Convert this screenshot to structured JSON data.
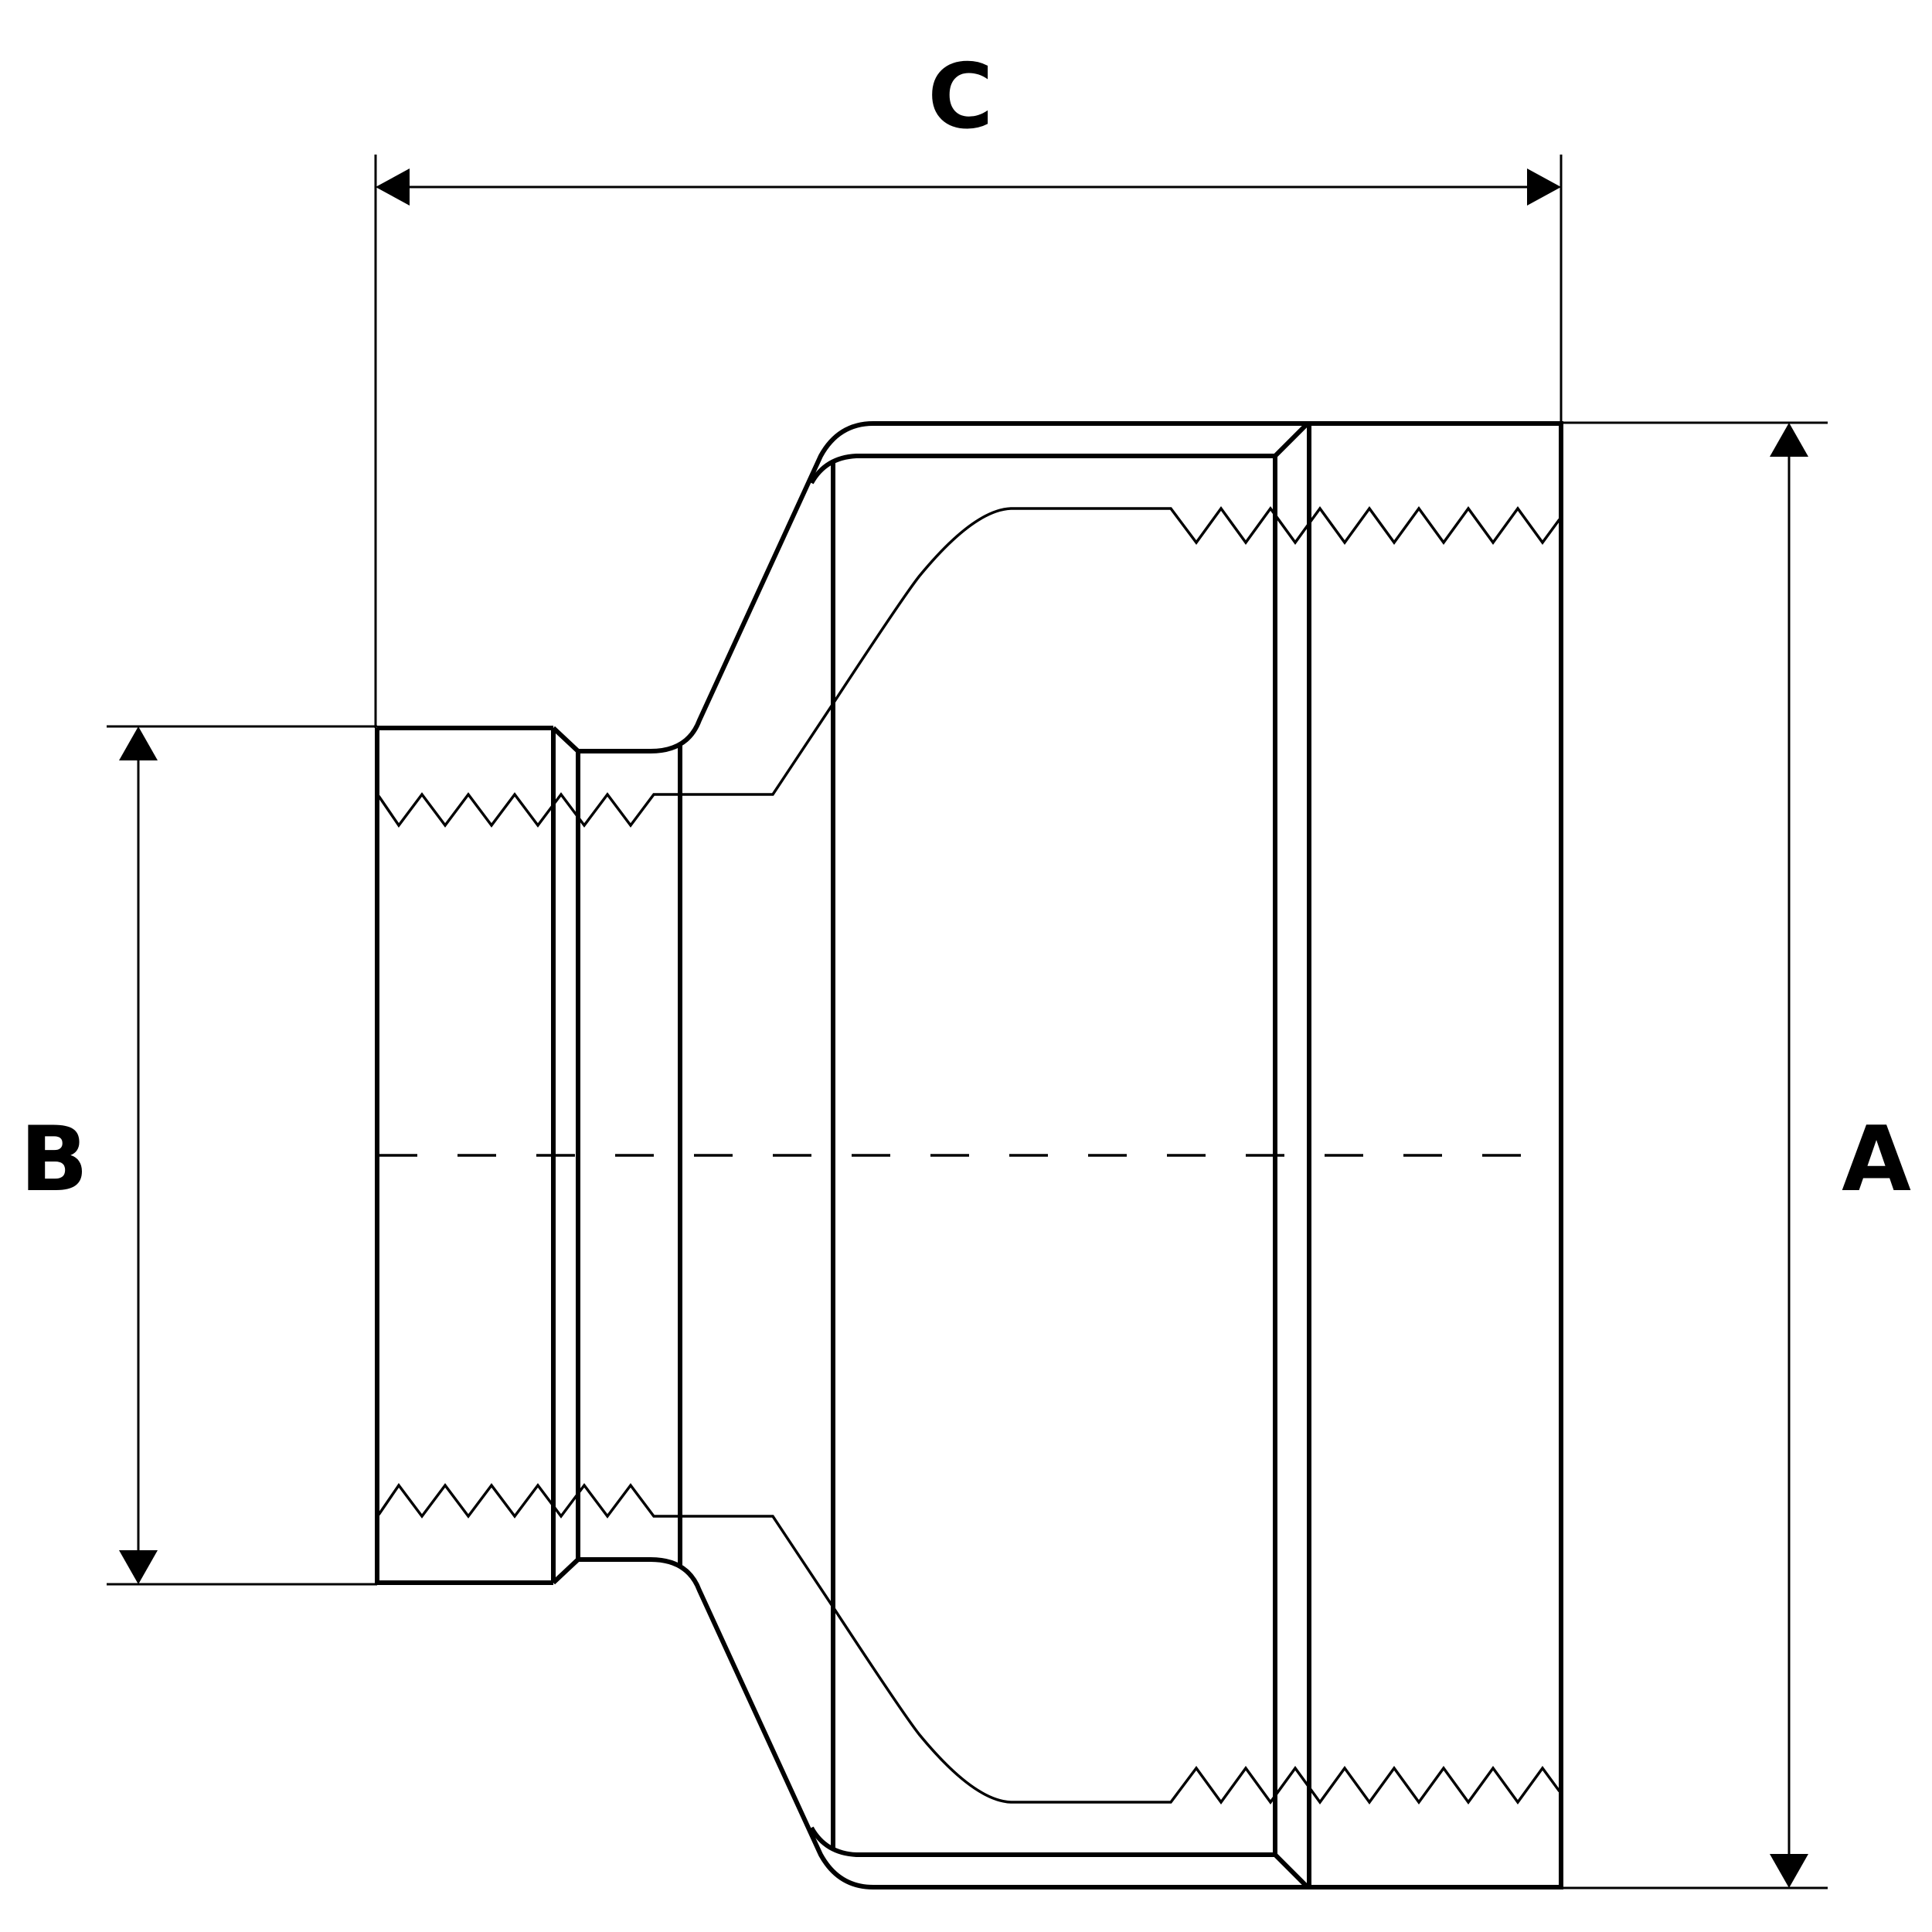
{
  "diagram": {
    "dimensions": {
      "overall_length": "C",
      "large_end_diameter": "A",
      "small_end_diameter": "B"
    }
  }
}
